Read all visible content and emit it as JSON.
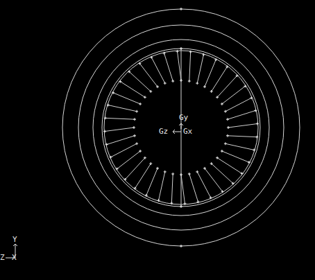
{
  "diagram": {
    "labels": [
      "Gy",
      "Gz",
      "Gx",
      "Y",
      "Z",
      "X"
    ]
  }
}
